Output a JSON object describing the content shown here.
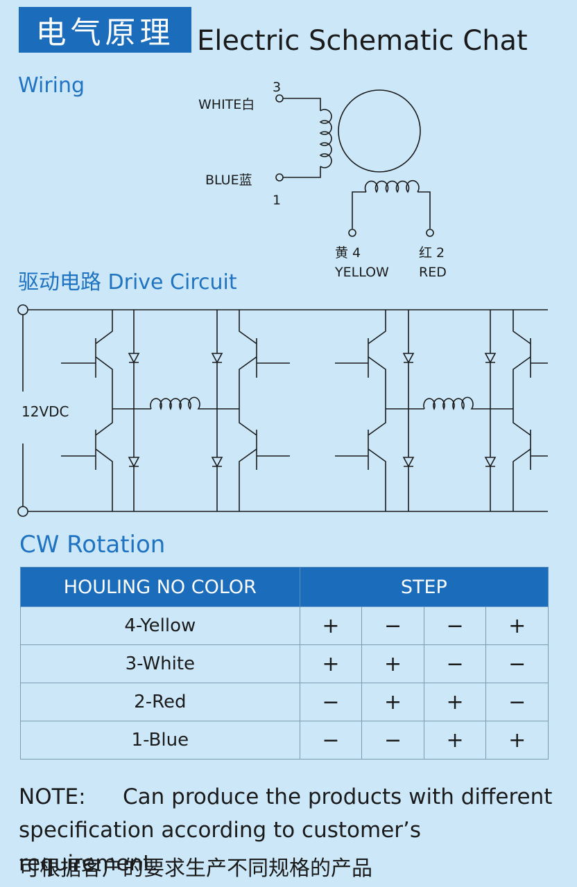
{
  "header": {
    "tag": "电气原理",
    "title": "Electric Schematic Chat"
  },
  "wiring": {
    "title": "Wiring",
    "pin_white_num": "3",
    "pin_white_label": "WHITE白",
    "pin_blue_label": "BLUE蓝",
    "pin_blue_num": "1",
    "pin_yellow_cn": "黄  4",
    "pin_yellow_en": "YELLOW",
    "pin_red_cn": "红 2",
    "pin_red_en": "RED"
  },
  "drive": {
    "title": "驱动电路 Drive Circuit",
    "voltage": "12VDC"
  },
  "rotation": {
    "title": "CW Rotation",
    "col_header": "HOULING NO COLOR",
    "step_header": "STEP",
    "rows": [
      {
        "label": "4-Yellow",
        "steps": [
          "+",
          "−",
          "−",
          "+"
        ]
      },
      {
        "label": "3-White",
        "steps": [
          "+",
          "+",
          "−",
          "−"
        ]
      },
      {
        "label": "2-Red",
        "steps": [
          "−",
          "+",
          "+",
          "−"
        ]
      },
      {
        "label": "1-Blue",
        "steps": [
          "−",
          "−",
          "+",
          "+"
        ]
      }
    ]
  },
  "note": {
    "label": "NOTE:",
    "text": "Can produce the products with different specification according to customer’s requirement.",
    "text_cn": "可根据客户的要求生产不同规格的产品"
  },
  "colors": {
    "background": "#cbe7f8",
    "accent": "#1b6cba",
    "section_title": "#1f73c0"
  }
}
